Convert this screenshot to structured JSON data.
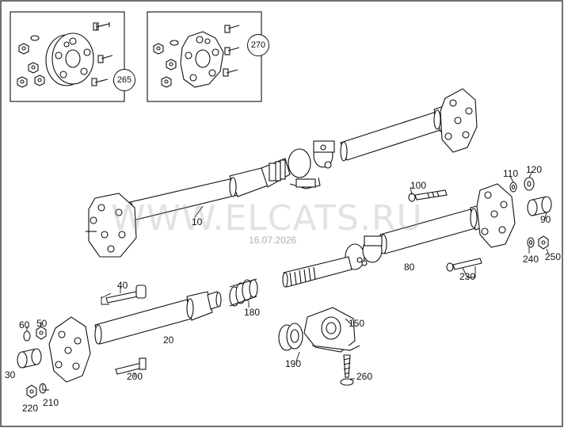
{
  "watermark": {
    "text": "WWW.ELCATS.RU",
    "date": "16.07.2026"
  },
  "callouts": {
    "c265": "265",
    "c270": "270"
  },
  "labels": {
    "l10": "10",
    "l20": "20",
    "l30": "30",
    "l40": "40",
    "l50": "50",
    "l60": "60",
    "l80": "80",
    "l90": "90",
    "l100": "100",
    "l110": "110",
    "l120": "120",
    "l150": "150",
    "l180": "180",
    "l190": "190",
    "l200": "200",
    "l210": "210",
    "l220": "220",
    "l230": "230",
    "l240": "240",
    "l250": "250",
    "l260": "260"
  }
}
